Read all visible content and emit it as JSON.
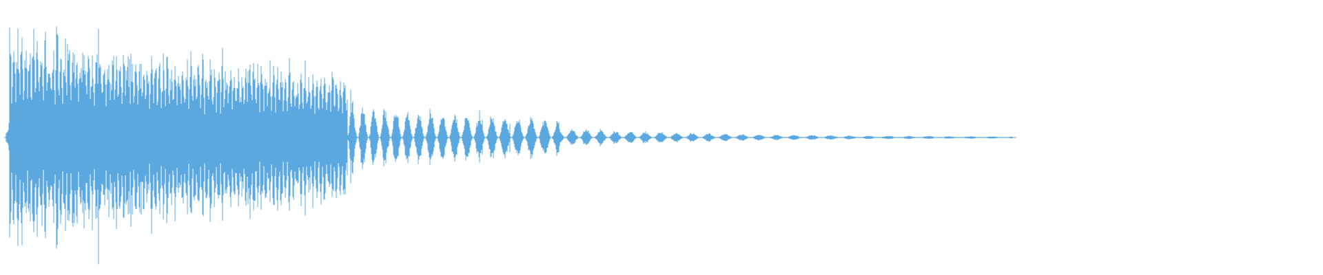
{
  "waveform": {
    "color": "#5BA8E0",
    "background": "#ffffff",
    "channels": 1,
    "style": "symmetric-peaks",
    "active_duration_fraction": 0.765
  }
}
